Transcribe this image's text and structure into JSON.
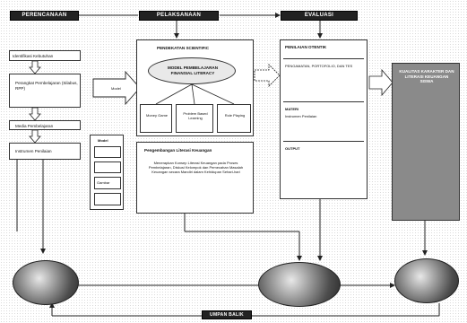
{
  "headers": {
    "left": "PERENCANAAN",
    "middle": "PELAKSANAAN",
    "right": "EVALUASI"
  },
  "left_col": {
    "item1": "Identifikasi Kebutuhan",
    "item2": "Perangkat Pembelajaran (Silabus, RPP)",
    "item3": "Media Pembelajaran",
    "item4": "Instrumen Penilaian"
  },
  "middle_col": {
    "title": "PENDEKATAN SCIENTIFIC",
    "ellipse": "MODEL PEMBELAJARAN FINANSIAL LITERACY",
    "sub1": "Money Game",
    "sub2": "Problem Based Learning",
    "sub3": "Role Playing",
    "bottom_title": "Pengembangan Literasi Keuangan",
    "bottom_text": "Menerapkan Konsep Literasi Keuangan pada Proses Pembelajaran, Diskusi Kelompok dan Pemecahan Masalah Keuangan secara Mandiri dalam Kehidupan Sehari-hari"
  },
  "small_col": {
    "label": "Model",
    "r1": "",
    "r2": "",
    "r3": "Gambar",
    "r4": ""
  },
  "arrow_label": "Model",
  "right_col": {
    "title": "PENILAIAN OTENTIK",
    "sec1": "PENGAMATAN, PORTOFOLIO, DAN TES",
    "sec2": "MATERI",
    "sec2_text": "Instrumen Penilaian",
    "sec3": "OUTPUT",
    "sec3_text": ""
  },
  "far_right": {
    "title": "KUALITAS KARAKTER DAN LITERASI KEUANGAN SISWA"
  },
  "blobs": {
    "left": "",
    "middle": "",
    "right": ""
  },
  "bottom_label": "UMPAN BALIK"
}
